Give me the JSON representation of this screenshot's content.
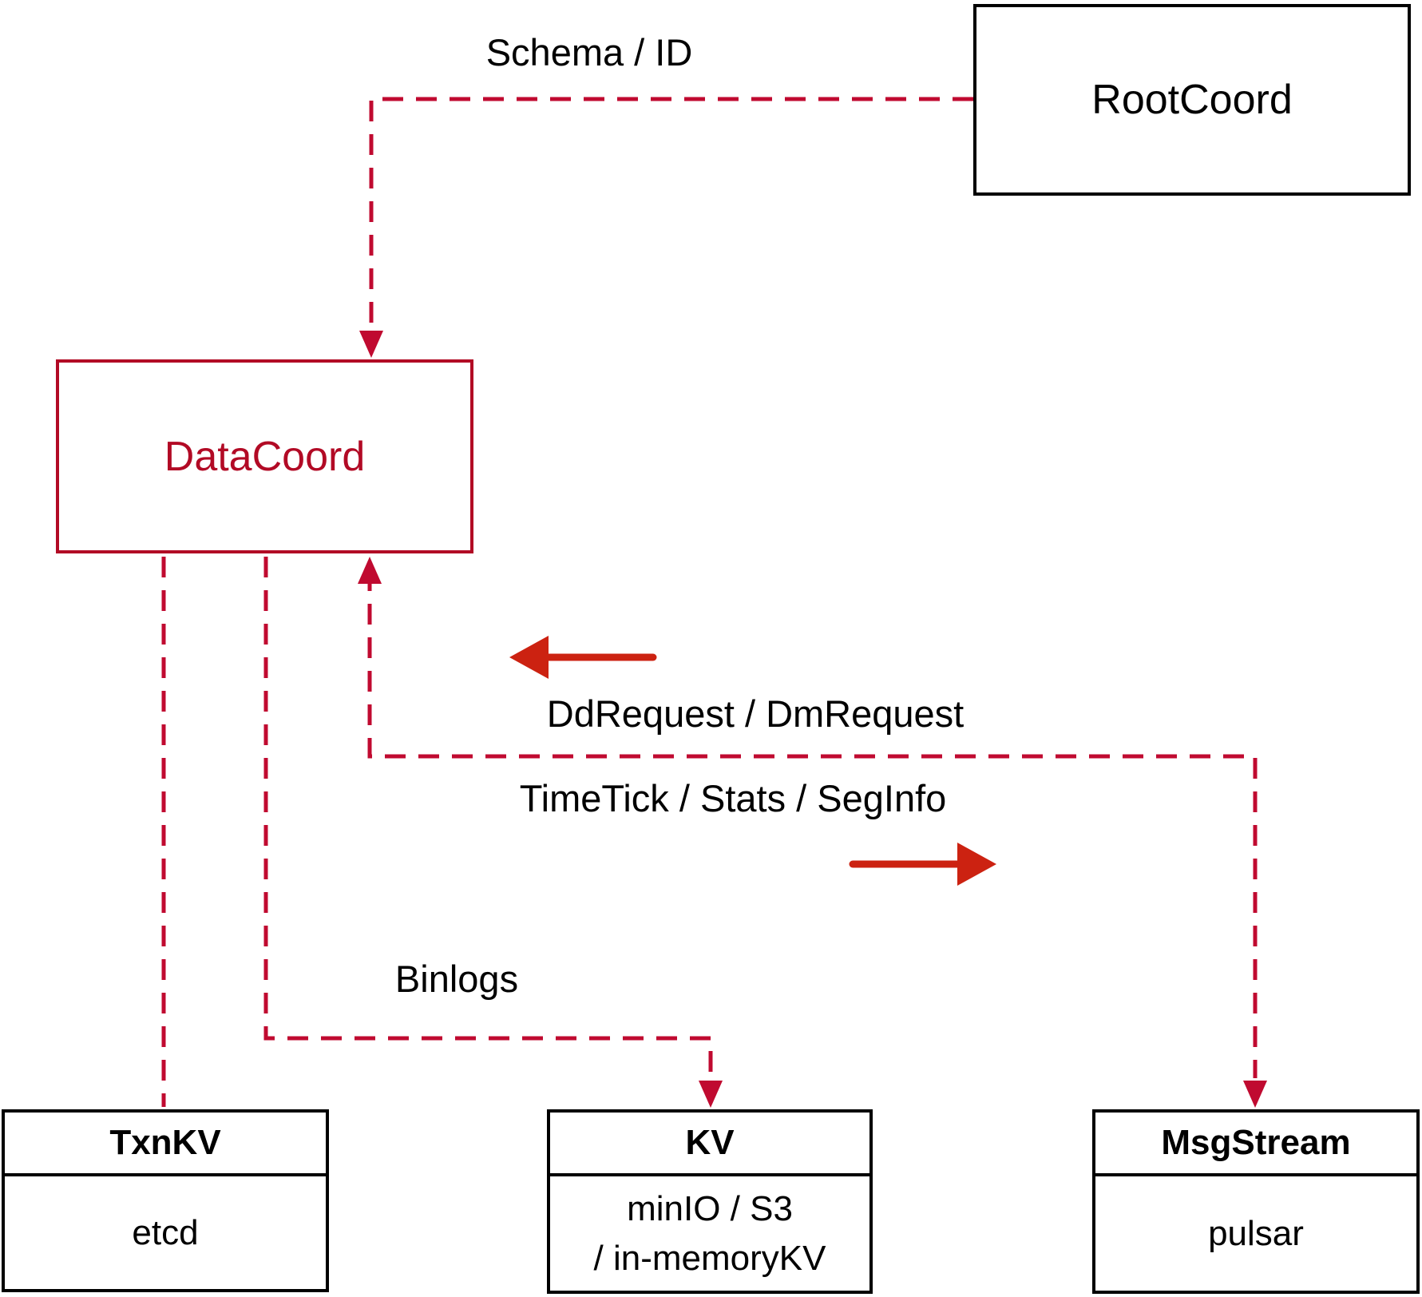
{
  "colors": {
    "crimson_line": "#c00a30",
    "datacoord_red": "#b20a25",
    "solid_arrow_red": "#cc2211",
    "node_black": "#000000"
  },
  "nodes": {
    "rootcoord": {
      "label": "RootCoord"
    },
    "datacoord": {
      "label": "DataCoord"
    },
    "txnkv": {
      "title": "TxnKV",
      "body": "etcd"
    },
    "kv": {
      "title": "KV",
      "body_line1": "minIO / S3",
      "body_line2": "/ in-memoryKV"
    },
    "msgstream": {
      "title": "MsgStream",
      "body": "pulsar"
    }
  },
  "edge_labels": {
    "schema_id": "Schema / ID",
    "dd_request": "DdRequest / DmRequest",
    "time_tick": "TimeTick / Stats / SegInfo",
    "binlogs": "Binlogs"
  }
}
